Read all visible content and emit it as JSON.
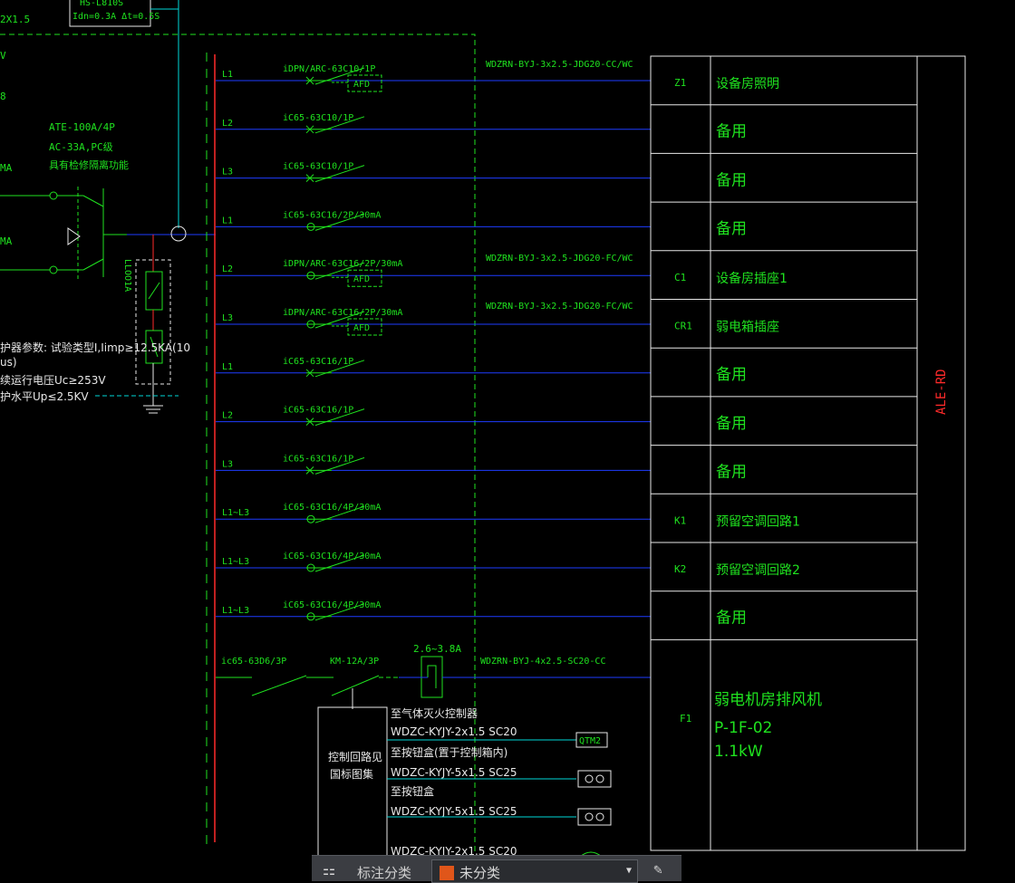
{
  "header_fragments": {
    "left_fragment": "2X1.5",
    "breaker_box_line1": "HS-L810S",
    "breaker_box_line2": "Idn=0.3A Δt=0.5S",
    "left_v": "V",
    "left_8": "8",
    "left_ma1": "MA",
    "left_ma2": "MA"
  },
  "ats": {
    "line1": "ATE-100A/4P",
    "line2": "AC-33A,PC级",
    "line3": "具有检修隔离功能"
  },
  "spd": {
    "label": "LLOO1A",
    "note1": "护器参数: 试验类型I,Iimp≥12.5KA(10",
    "note2": "us)",
    "note3": "续运行电压Uc≥253V",
    "note4": "护水平Up≤2.5KV"
  },
  "cable_specs": {
    "c1": "WDZRN-BYJ-3x2.5-JDG20-CC/WC",
    "c5": "WDZRN-BYJ-3x2.5-JDG20-FC/WC",
    "c6": "WDZRN-BYJ-3x2.5-JDG20-FC/WC",
    "f1": "WDZRN-BYJ-4x2.5-SC20-CC"
  },
  "circuits": [
    {
      "phase": "L1",
      "breaker": "iDPN/ARC-63C10/1P",
      "afd": true,
      "rcd": false,
      "code": "Z1",
      "desc": "设备房照明"
    },
    {
      "phase": "L2",
      "breaker": "iC65-63C10/1P",
      "afd": false,
      "rcd": false,
      "code": "",
      "desc": "备用"
    },
    {
      "phase": "L3",
      "breaker": "iC65-63C10/1P",
      "afd": false,
      "rcd": false,
      "code": "",
      "desc": "备用"
    },
    {
      "phase": "L1",
      "breaker": "iC65-63C16/2P/30mA",
      "afd": false,
      "rcd": true,
      "code": "",
      "desc": "备用"
    },
    {
      "phase": "L2",
      "breaker": "iDPN/ARC-63C16/2P/30mA",
      "afd": true,
      "rcd": true,
      "code": "C1",
      "desc": "设备房插座1"
    },
    {
      "phase": "L3",
      "breaker": "iDPN/ARC-63C16/2P/30mA",
      "afd": true,
      "rcd": true,
      "code": "CR1",
      "desc": "弱电箱插座"
    },
    {
      "phase": "L1",
      "breaker": "iC65-63C16/1P",
      "afd": false,
      "rcd": false,
      "code": "",
      "desc": "备用"
    },
    {
      "phase": "L2",
      "breaker": "iC65-63C16/1P",
      "afd": false,
      "rcd": false,
      "code": "",
      "desc": "备用"
    },
    {
      "phase": "L3",
      "breaker": "iC65-63C16/1P",
      "afd": false,
      "rcd": false,
      "code": "",
      "desc": "备用"
    },
    {
      "phase": "L1~L3",
      "breaker": "iC65-63C16/4P/30mA",
      "afd": false,
      "rcd": true,
      "code": "K1",
      "desc": "预留空调回路1"
    },
    {
      "phase": "L1~L3",
      "breaker": "iC65-63C16/4P/30mA",
      "afd": false,
      "rcd": true,
      "code": "K2",
      "desc": "预留空调回路2"
    },
    {
      "phase": "L1~L3",
      "breaker": "iC65-63C16/4P/30mA",
      "afd": false,
      "rcd": true,
      "code": "",
      "desc": "备用"
    }
  ],
  "afd_label": "AFD",
  "motor_circuit": {
    "breaker": "ic65-63D6/3P",
    "contactor": "KM-12A/3P",
    "overload": "2.6~3.8A",
    "code": "F1",
    "desc1": "弱电机房排风机",
    "desc2": "P-1F-02",
    "desc3": "1.1kW"
  },
  "control": {
    "box_line1": "控制回路见",
    "box_line2": "国标图集",
    "r1_label": "至气体灭火控制器",
    "r1_cable": "WDZC-KYJY-2x1.5 SC20",
    "r1_device": "QTM2",
    "r2_label": "至按钮盒(置于控制箱内)",
    "r2_cable": "WDZC-KYJY-5x1.5 SC25",
    "r3_label": "至按钮盒",
    "r3_cable": "WDZC-KYJY-5x1.5 SC25",
    "r4_cable": "WDZC-KYJY-2x1.5 SC20"
  },
  "panel_id": "ALE-RD",
  "toolbar": {
    "label": "标注分类",
    "select_value": "未分类",
    "swatch_color": "#e0561a"
  }
}
